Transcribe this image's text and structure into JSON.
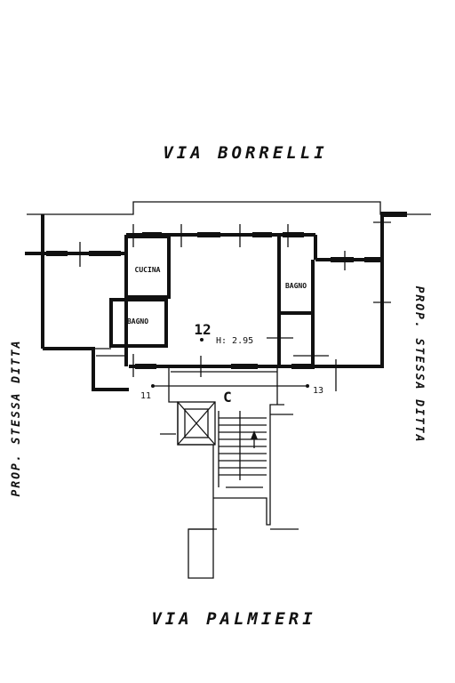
{
  "streets": {
    "top": "VIA BORRELLI",
    "bottom": "VIA PALMIERI"
  },
  "neighbours": {
    "left": "PROP. STESSA DITTA",
    "right": "PROP. STESSA DITTA"
  },
  "rooms": {
    "kitchen": "CUCINA",
    "bathroom": "BAGNO",
    "bathroom_2": "BAGNO"
  },
  "unit": {
    "number": "12",
    "height": "H: 2.95"
  },
  "stair": {
    "label": "C",
    "left_unit": "11",
    "right_unit": "13"
  }
}
